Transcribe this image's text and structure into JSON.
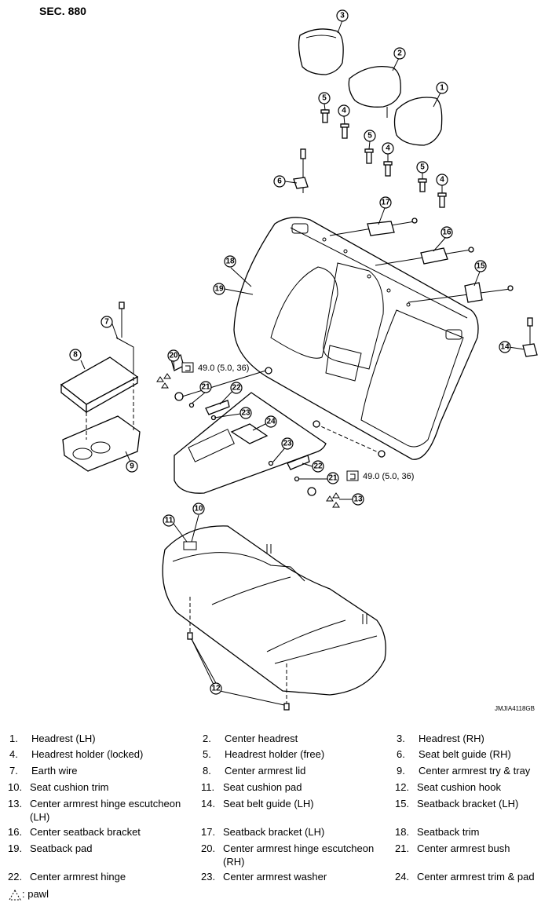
{
  "section": "SEC. 880",
  "figure_id": "JMJIA4118GB",
  "torque_1": "49.0 (5.0, 36)",
  "torque_2": "49.0 (5.0, 36)",
  "callouts": [
    "1",
    "2",
    "3",
    "4",
    "5",
    "6",
    "7",
    "8",
    "9",
    "10",
    "11",
    "12",
    "13",
    "14",
    "15",
    "16",
    "17",
    "18",
    "19",
    "20",
    "21",
    "22",
    "23",
    "24",
    "4",
    "5",
    "4",
    "5",
    "21",
    "22",
    "23"
  ],
  "legend": [
    {
      "num": "1.",
      "text": "Headrest (LH)"
    },
    {
      "num": "2.",
      "text": "Center headrest"
    },
    {
      "num": "3.",
      "text": "Headrest (RH)"
    },
    {
      "num": "4.",
      "text": "Headrest holder (locked)"
    },
    {
      "num": "5.",
      "text": "Headrest holder (free)"
    },
    {
      "num": "6.",
      "text": "Seat belt guide (RH)"
    },
    {
      "num": "7.",
      "text": "Earth wire"
    },
    {
      "num": "8.",
      "text": "Center armrest lid"
    },
    {
      "num": "9.",
      "text": "Center armrest try & tray"
    },
    {
      "num": "10.",
      "text": "Seat cushion trim"
    },
    {
      "num": "11.",
      "text": "Seat cushion pad"
    },
    {
      "num": "12.",
      "text": "Seat cushion hook"
    },
    {
      "num": "13.",
      "text": "Center armrest hinge escutcheon (LH)"
    },
    {
      "num": "14.",
      "text": "Seat belt guide (LH)"
    },
    {
      "num": "15.",
      "text": "Seatback bracket (LH)"
    },
    {
      "num": "16.",
      "text": "Center seatback bracket"
    },
    {
      "num": "17.",
      "text": "Seatback bracket (LH)"
    },
    {
      "num": "18.",
      "text": "Seatback trim"
    },
    {
      "num": "19.",
      "text": "Seatback pad"
    },
    {
      "num": "20.",
      "text": "Center armrest hinge escutcheon (RH)"
    },
    {
      "num": "21.",
      "text": "Center armrest bush"
    },
    {
      "num": "22.",
      "text": "Center armrest hinge"
    },
    {
      "num": "23.",
      "text": "Center armrest washer"
    },
    {
      "num": "24.",
      "text": "Center armrest trim & pad"
    }
  ],
  "pawl_label": ": pawl"
}
